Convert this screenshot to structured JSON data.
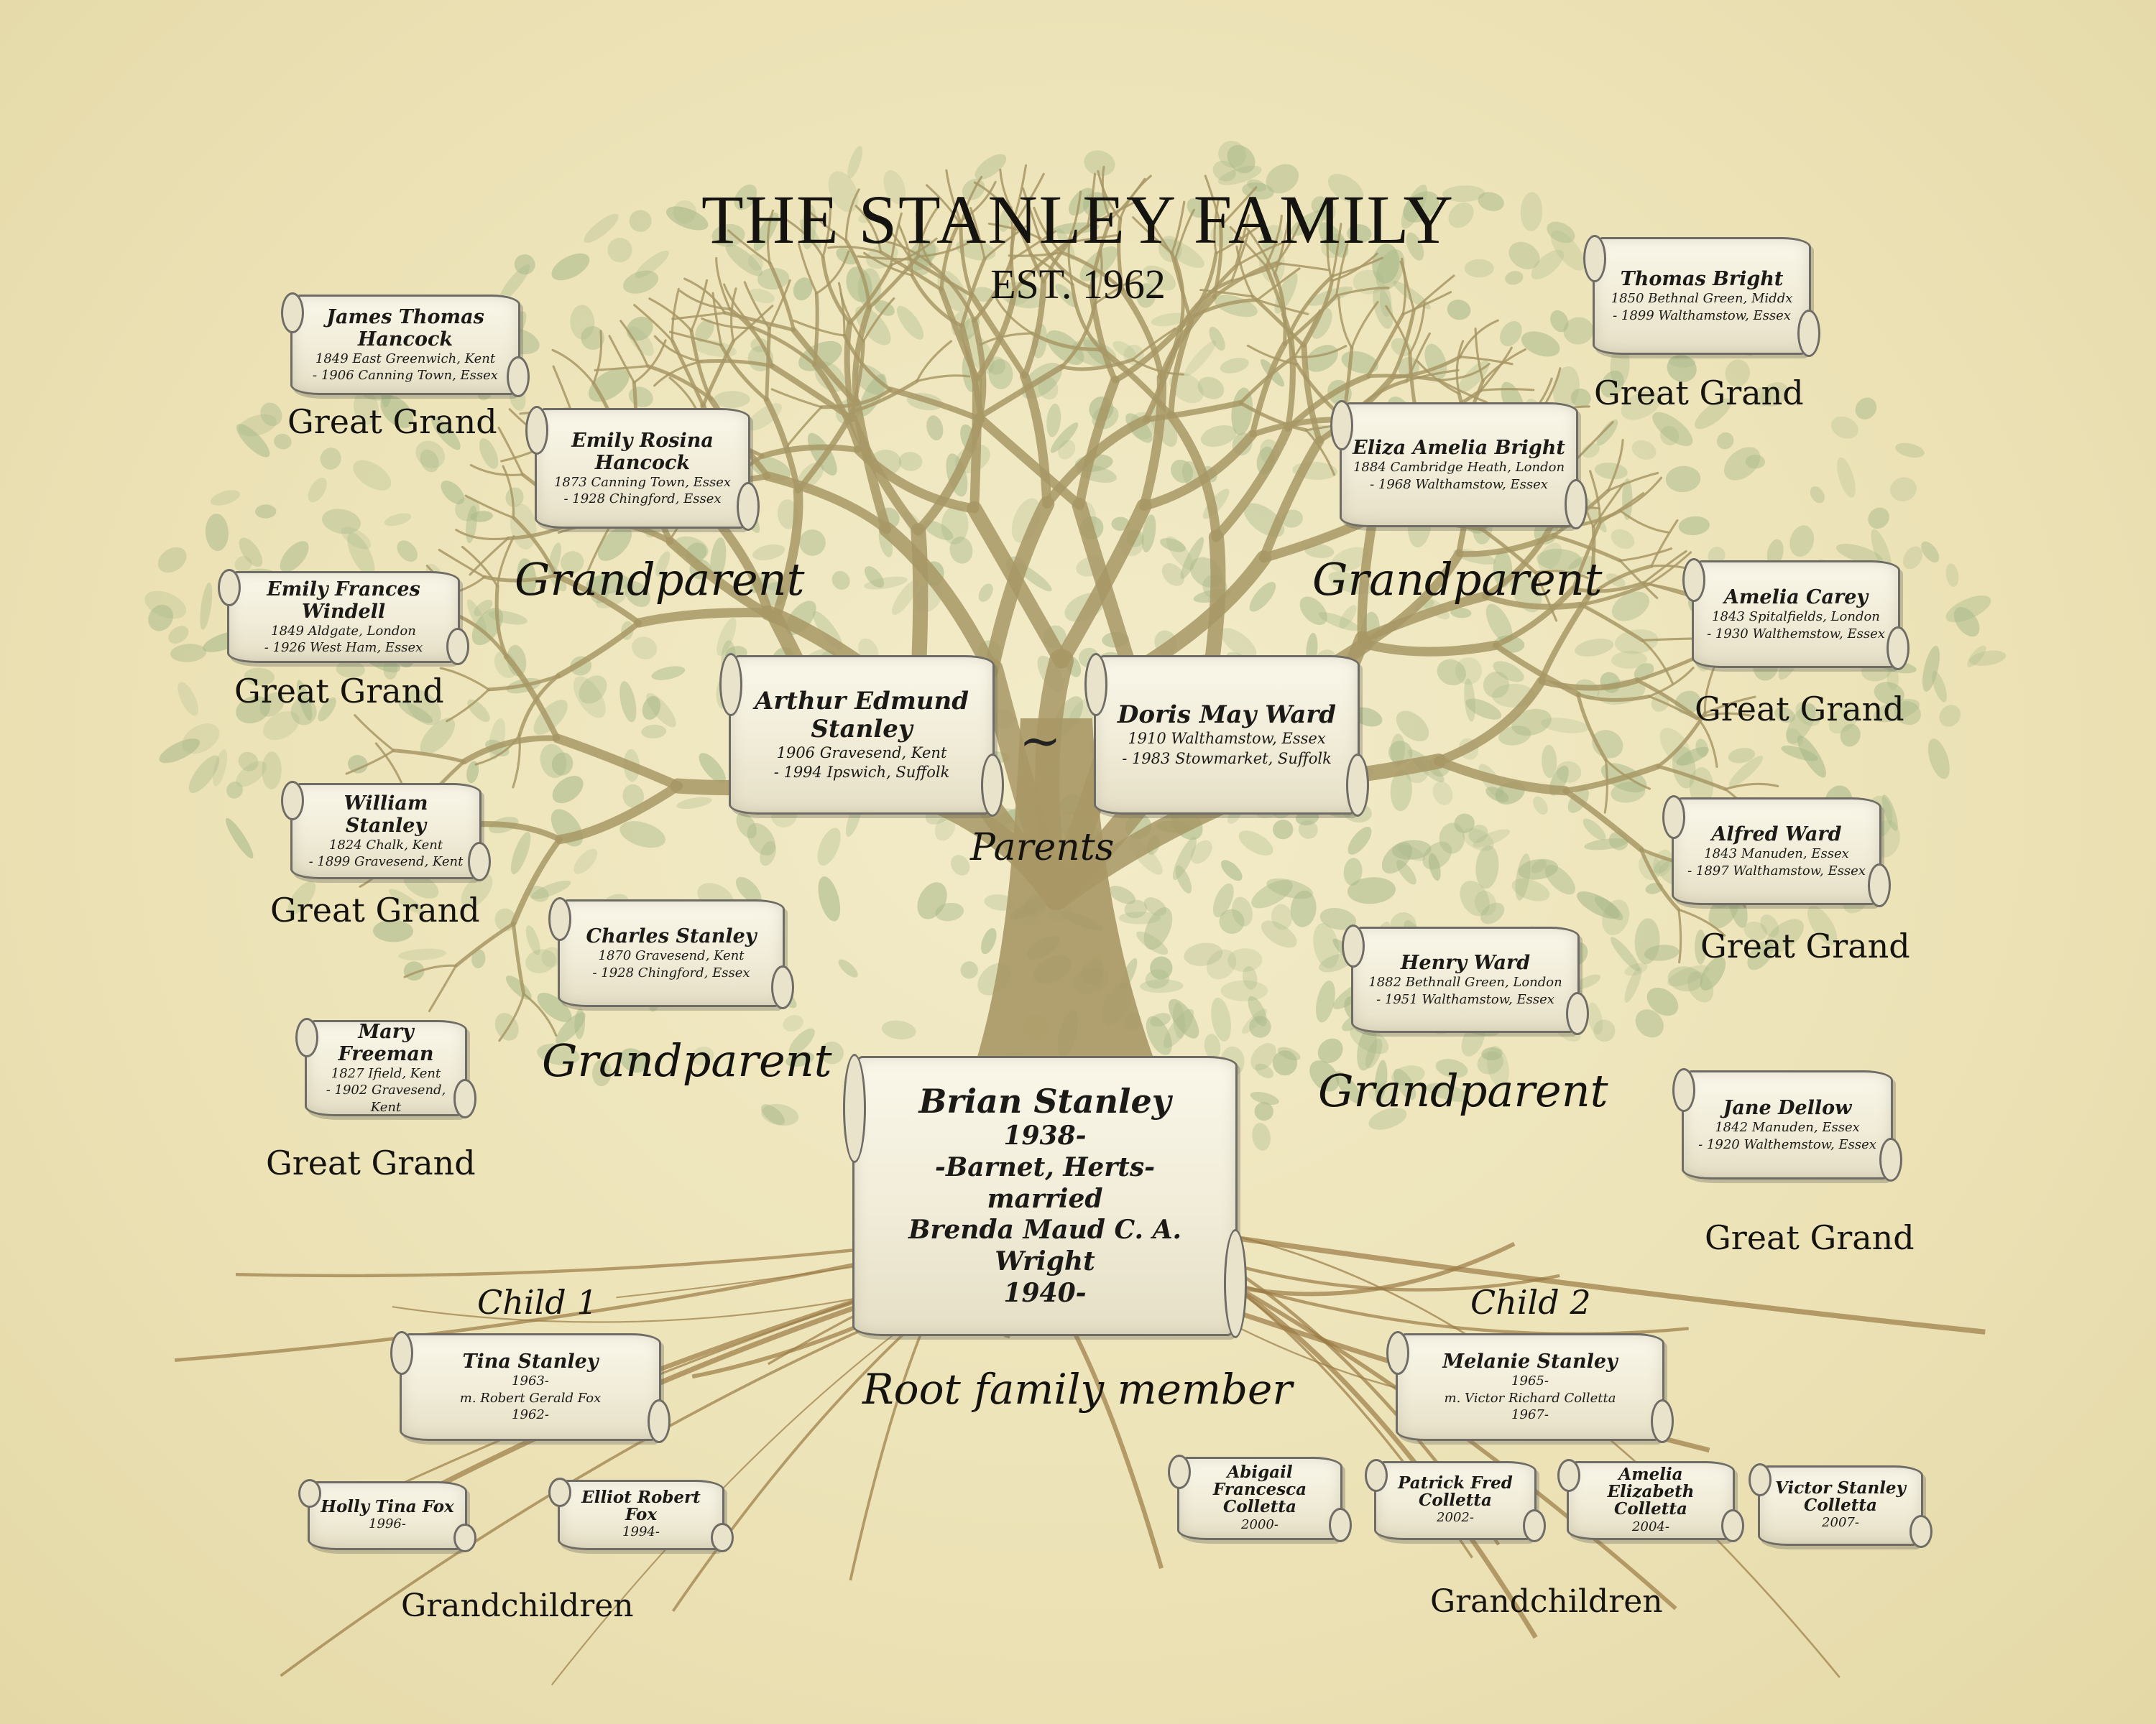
{
  "title": "THE STANLEY FAMILY",
  "established": "EST. 1962",
  "separator": "~",
  "colors": {
    "parchment": "#efe6bf",
    "leaf": "#a9b98a",
    "bark": "#a89866",
    "root": "#9a7a44",
    "ink": "#1b1a17"
  },
  "labels": {
    "great_grand": "Great Grand",
    "grandparent": "Grandparent",
    "parents": "Parents",
    "root": "Root family member",
    "child1": "Child 1",
    "child2": "Child 2",
    "grandchildren": "Grandchildren"
  },
  "people": {
    "james": {
      "name": "James Thomas Hancock",
      "line1": "1849 East Greenwich, Kent",
      "line2": "- 1906 Canning Town, Essex"
    },
    "emily_rosina": {
      "name": "Emily Rosina Hancock",
      "line1": "1873 Canning Town, Essex",
      "line2": "- 1928 Chingford, Essex"
    },
    "emily_frances": {
      "name": "Emily Frances Windell",
      "line1": "1849 Aldgate, London",
      "line2": "- 1926 West Ham, Essex"
    },
    "william": {
      "name": "William Stanley",
      "line1": "1824 Chalk, Kent",
      "line2": "- 1899 Gravesend, Kent"
    },
    "charles": {
      "name": "Charles Stanley",
      "line1": "1870 Gravesend, Kent",
      "line2": "- 1928 Chingford, Essex"
    },
    "mary": {
      "name": "Mary Freeman",
      "line1": "1827 Ifield, Kent",
      "line2": "- 1902 Gravesend, Kent"
    },
    "arthur": {
      "name": "Arthur Edmund Stanley",
      "line1": "1906 Gravesend, Kent",
      "line2": "- 1994 Ipswich, Suffolk"
    },
    "doris": {
      "name": "Doris May Ward",
      "line1": "1910 Walthamstow, Essex",
      "line2": "- 1983 Stowmarket, Suffolk"
    },
    "thomas": {
      "name": "Thomas Bright",
      "line1": "1850 Bethnal Green, Middx",
      "line2": "- 1899 Walthamstow, Essex"
    },
    "eliza": {
      "name": "Eliza Amelia Bright",
      "line1": "1884 Cambridge Heath, London",
      "line2": "- 1968 Walthamstow, Essex"
    },
    "amelia_carey": {
      "name": "Amelia Carey",
      "line1": "1843 Spitalfields, London",
      "line2": "- 1930 Walthemstow, Essex"
    },
    "alfred": {
      "name": "Alfred Ward",
      "line1": "1843 Manuden, Essex",
      "line2": "- 1897 Walthamstow, Essex"
    },
    "henry": {
      "name": "Henry Ward",
      "line1": "1882 Bethnall Green, London",
      "line2": "- 1951 Walthamstow, Essex"
    },
    "jane": {
      "name": "Jane Dellow",
      "line1": "1842 Manuden, Essex",
      "line2": "- 1920 Walthemstow, Essex"
    },
    "brian": {
      "name": "Brian Stanley",
      "line1": "1938-",
      "line2": "-Barnet, Herts-",
      "line3": "married",
      "line4": "Brenda Maud C. A.",
      "line5": "Wright",
      "line6": "1940-"
    },
    "tina": {
      "name": "Tina Stanley",
      "line1": "1963-",
      "line2": "m. Robert Gerald Fox",
      "line3": "1962-"
    },
    "melanie": {
      "name": "Melanie Stanley",
      "line1": "1965-",
      "line2": "m. Victor Richard Colletta",
      "line3": "1967-"
    },
    "holly": {
      "name": "Holly Tina Fox",
      "line1": "1996-"
    },
    "elliot": {
      "name": "Elliot Robert Fox",
      "line1": "1994-"
    },
    "abigail": {
      "name": "Abigail Francesca Colletta",
      "line1": "2000-"
    },
    "patrick": {
      "name": "Patrick Fred Colletta",
      "line1": "2002-"
    },
    "amelia_e": {
      "name": "Amelia Elizabeth Colletta",
      "line1": "2004-"
    },
    "victor": {
      "name": "Victor Stanley Colletta",
      "line1": "2007-"
    }
  }
}
